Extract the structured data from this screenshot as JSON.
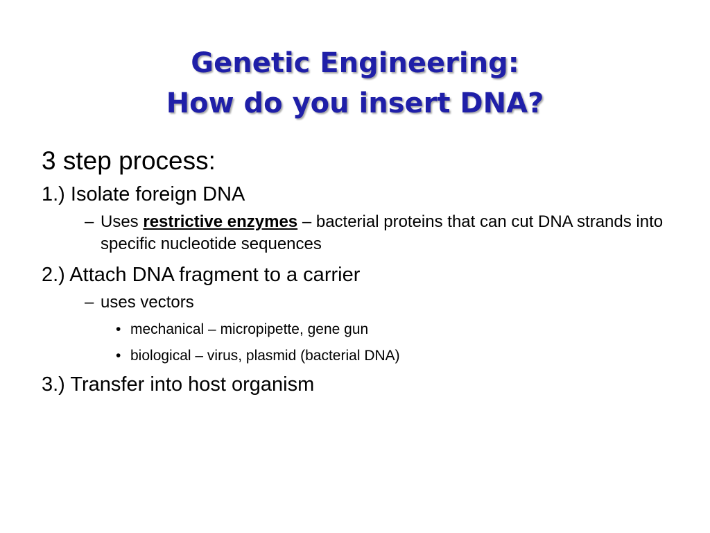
{
  "slide": {
    "title_line1": "Genetic Engineering:",
    "title_line2": "How do you insert DNA?",
    "intro": "3 step process:",
    "step1": {
      "label": "1.) Isolate foreign DNA",
      "sub_dash": "–",
      "sub_prefix": "Uses ",
      "sub_term": "restrictive enzymes",
      "sub_rest": " – bacterial proteins that can cut DNA strands into specific nucleotide sequences"
    },
    "step2": {
      "label": "2.) Attach DNA fragment to a carrier",
      "sub_dash": "–",
      "sub": "uses vectors",
      "bullet": "•",
      "bullets": [
        "mechanical – micropipette, gene gun",
        "biological – virus, plasmid (bacterial DNA)"
      ]
    },
    "step3": {
      "label": "3.) Transfer into host organism"
    }
  },
  "colors": {
    "title": "#1f1fa8",
    "text": "#000000",
    "background": "#ffffff"
  }
}
